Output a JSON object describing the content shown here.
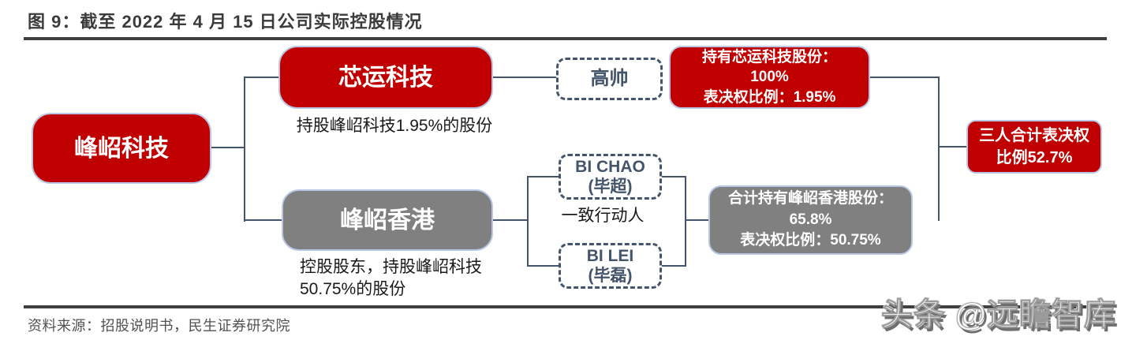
{
  "title": "图 9：截至 2022 年 4 月 15 日公司实际控股情况",
  "source": "资料来源：招股说明书，民生证券研究院",
  "watermark": "头条 @远瞻智库",
  "colors": {
    "node_red": "#c00000",
    "node_gray": "#808080",
    "connector": "#44546a",
    "rule": "#404040"
  },
  "diagram": {
    "parent_company": "峰岹科技",
    "xinyun": {
      "label": "芯运科技",
      "note": "持股峰岹科技1.95%的股份"
    },
    "gaoshuai": {
      "label": "高帅"
    },
    "xinyun_stake": {
      "lines": [
        "持有芯运科技股份：",
        "100%",
        "表决权比例：1.95%"
      ]
    },
    "fengmo_hk": {
      "label": "峰岹香港",
      "note_lines": [
        "控股股东，持股峰岹科技",
        "50.75%的股份"
      ]
    },
    "bi_chao": {
      "lines": [
        "BI CHAO",
        "(毕超)"
      ]
    },
    "concerted_action": "一致行动人",
    "bi_lei": {
      "lines": [
        "BI LEI",
        "(毕磊)"
      ]
    },
    "hk_stake": {
      "lines": [
        "合计持有峰岹香港股份：",
        "65.8%",
        "表决权比例：50.75%"
      ]
    },
    "total_voting": {
      "lines": [
        "三人合计表决权",
        "比例52.7%"
      ]
    }
  }
}
